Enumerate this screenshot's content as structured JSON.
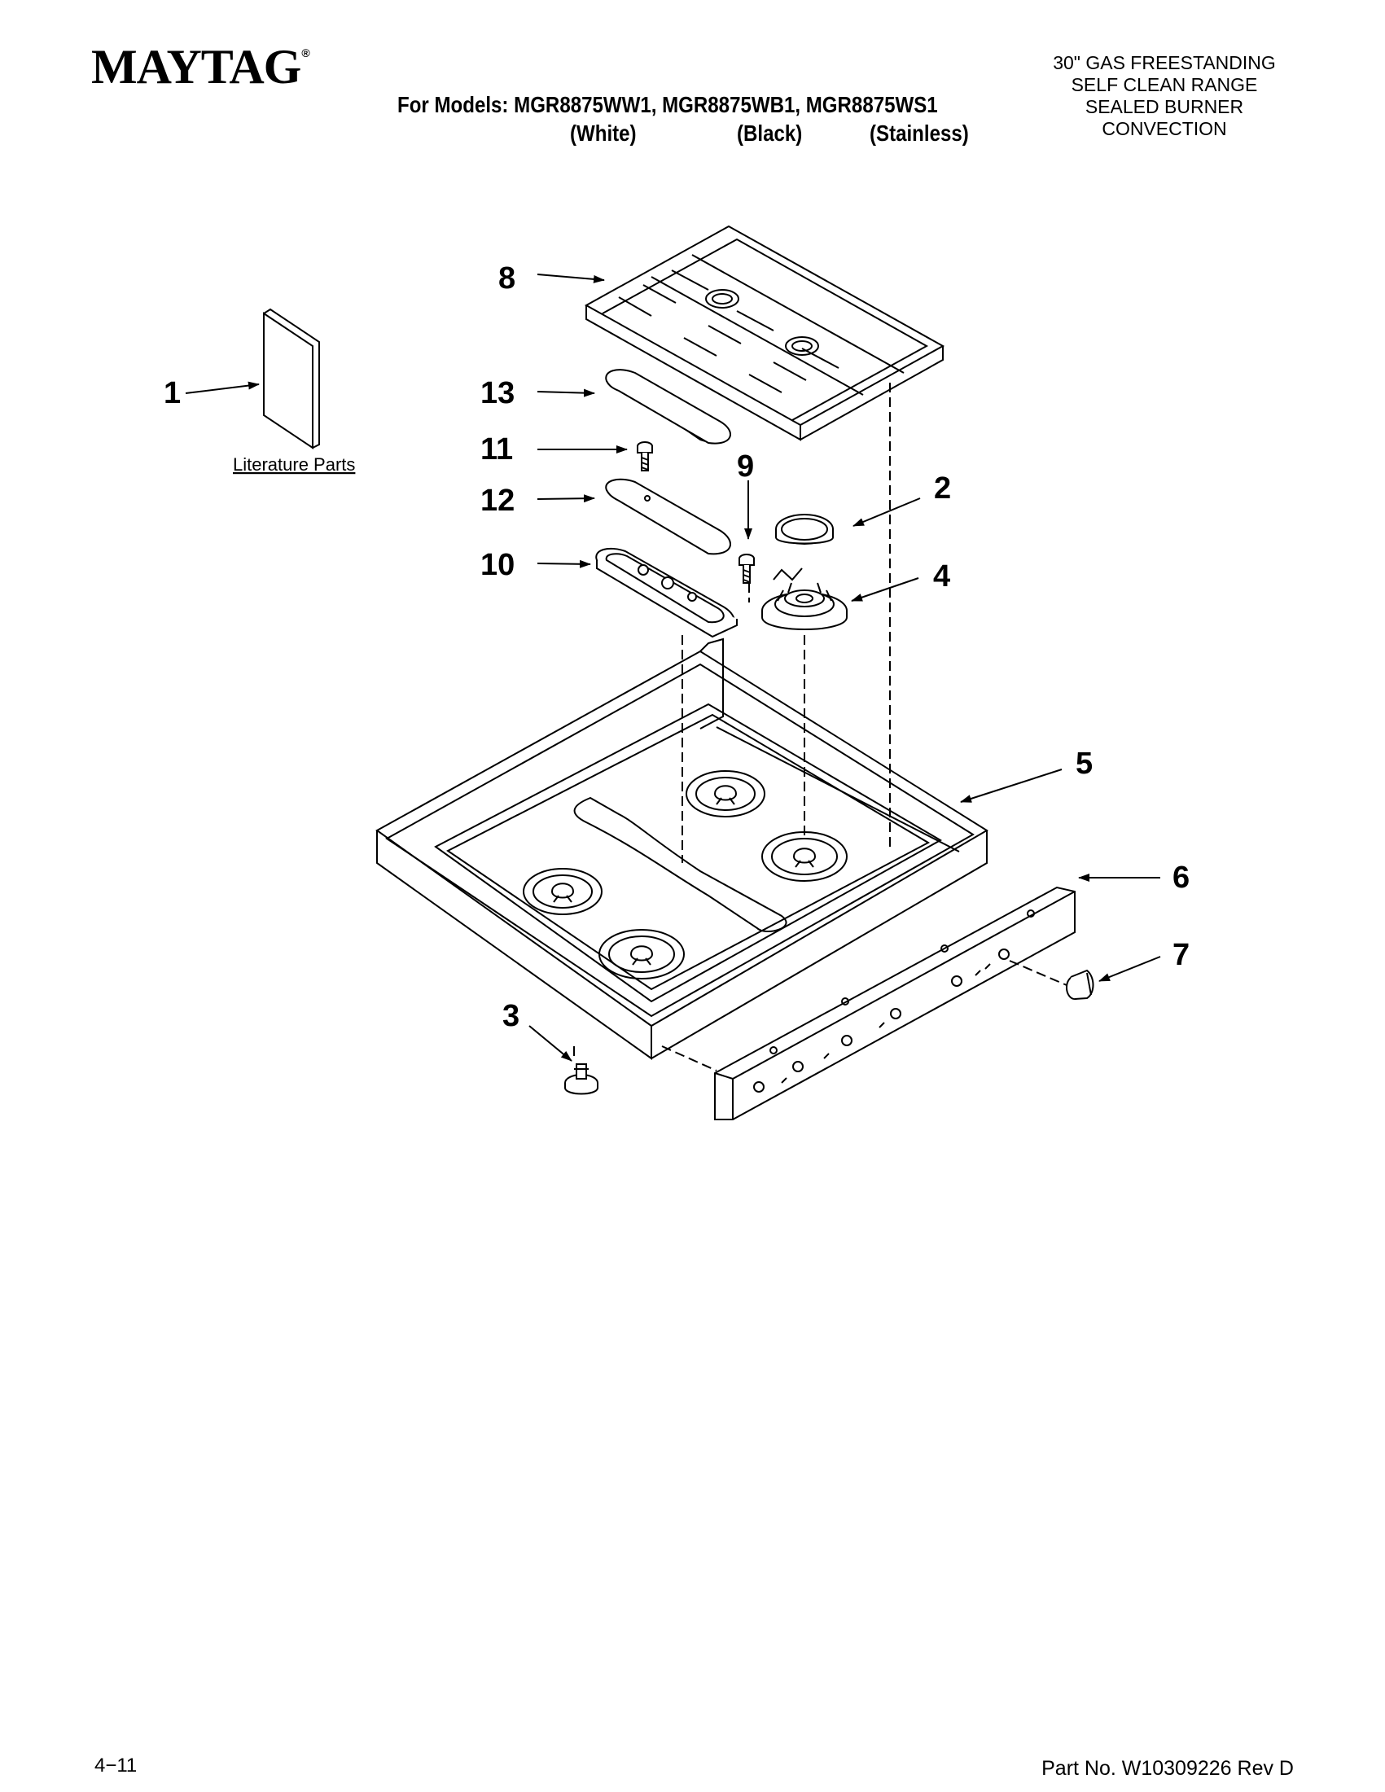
{
  "header": {
    "brand": "MAYTAG",
    "brand_mark": "®",
    "models_line": "For Models: MGR8875WW1, MGR8875WB1, MGR8875WS1",
    "color_white": "(White)",
    "color_black": "(Black)",
    "color_stainless": "(Stainless)",
    "description": [
      "30\" GAS FREESTANDING",
      "SELF CLEAN RANGE",
      "SEALED BURNER",
      "CONVECTION"
    ]
  },
  "diagram": {
    "literature_label": "Literature Parts",
    "callouts": [
      "1",
      "2",
      "3",
      "4",
      "5",
      "6",
      "7",
      "8",
      "9",
      "10",
      "11",
      "12",
      "13"
    ]
  },
  "footer": {
    "date_code": "4−11",
    "part_no": "Part No. W10309226 Rev D"
  }
}
